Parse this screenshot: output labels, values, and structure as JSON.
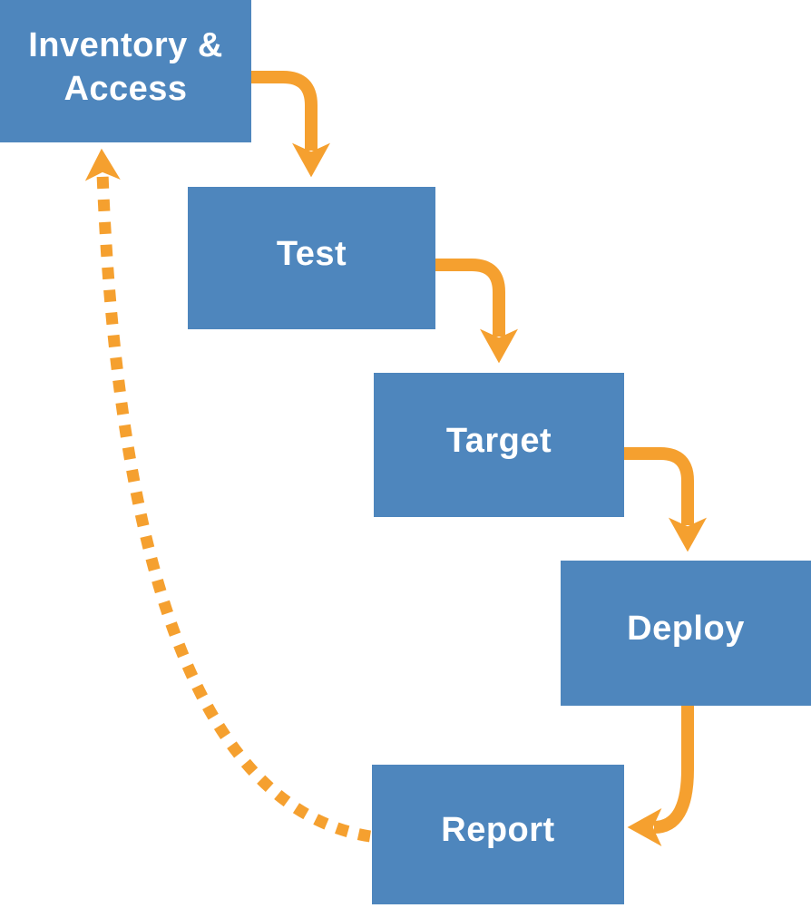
{
  "diagram": {
    "title": "",
    "type": "flow-diagram",
    "colors": {
      "node_fill": "#4E86BD",
      "node_text": "#FFFFFF",
      "arrow": "#F5A02F"
    },
    "nodes": [
      {
        "id": "inventory-access",
        "label": "Inventory & Access",
        "lines": [
          "Inventory &",
          "Access"
        ]
      },
      {
        "id": "test",
        "label": "Test"
      },
      {
        "id": "target",
        "label": "Target"
      },
      {
        "id": "deploy",
        "label": "Deploy"
      },
      {
        "id": "report",
        "label": "Report"
      }
    ],
    "edges": [
      {
        "from": "Inventory & Access",
        "to": "Test",
        "style": "solid"
      },
      {
        "from": "Test",
        "to": "Target",
        "style": "solid"
      },
      {
        "from": "Target",
        "to": "Deploy",
        "style": "solid"
      },
      {
        "from": "Deploy",
        "to": "Report",
        "style": "solid"
      },
      {
        "from": "Report",
        "to": "Inventory & Access",
        "style": "dashed"
      }
    ]
  }
}
